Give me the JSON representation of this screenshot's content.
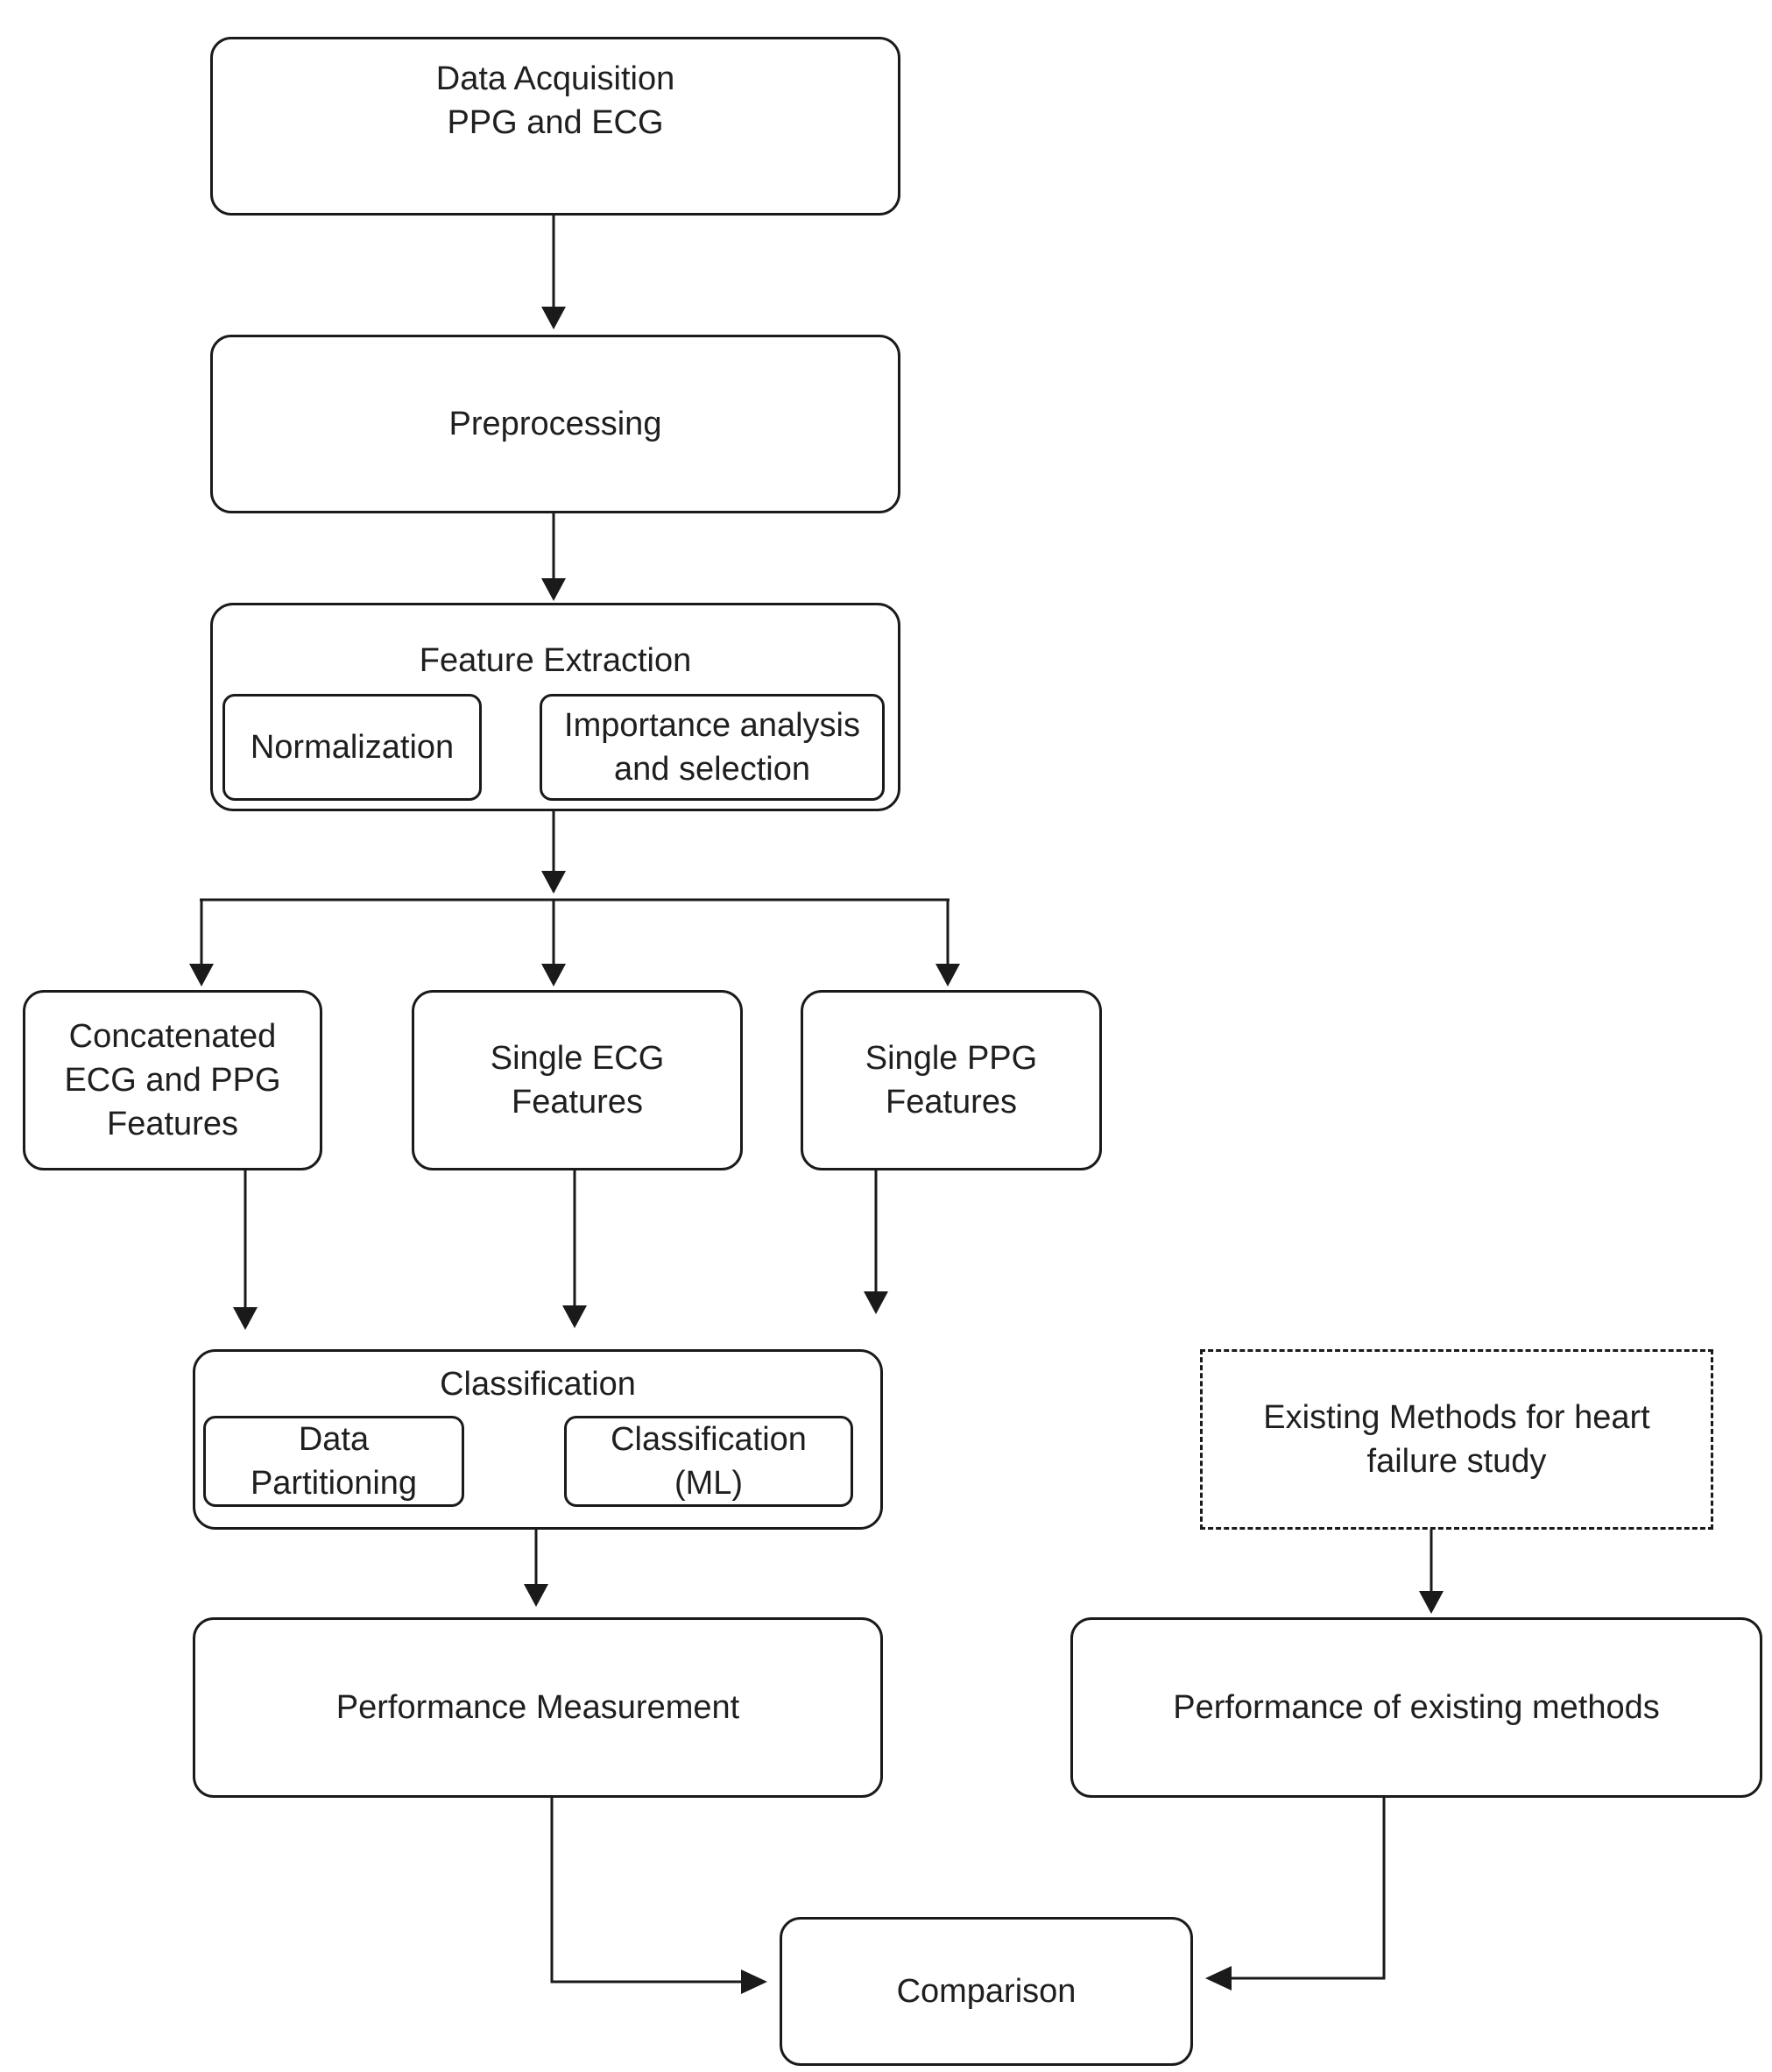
{
  "nodes": {
    "data_acquisition": "Data Acquisition\nPPG and ECG",
    "preprocessing": "Preprocessing",
    "feature_extraction": {
      "title": "Feature Extraction",
      "normalization": "Normalization",
      "importance": "Importance analysis\nand selection"
    },
    "concatenated": "Concatenated\nECG  and PPG\nFeatures",
    "single_ecg": "Single ECG\nFeatures",
    "single_ppg": "Single PPG\nFeatures",
    "classification": {
      "title": "Classification",
      "data_partitioning": "Data\nPartitioning",
      "classification_ml": "Classification\n(ML)"
    },
    "existing_methods": "Existing Methods for heart\nfailure study",
    "performance_measurement": "Performance Measurement",
    "performance_existing": "Performance of existing methods",
    "comparison": "Comparison"
  },
  "colors": {
    "stroke": "#1a1a1a",
    "text": "#1f1f1f",
    "background": "#ffffff"
  }
}
